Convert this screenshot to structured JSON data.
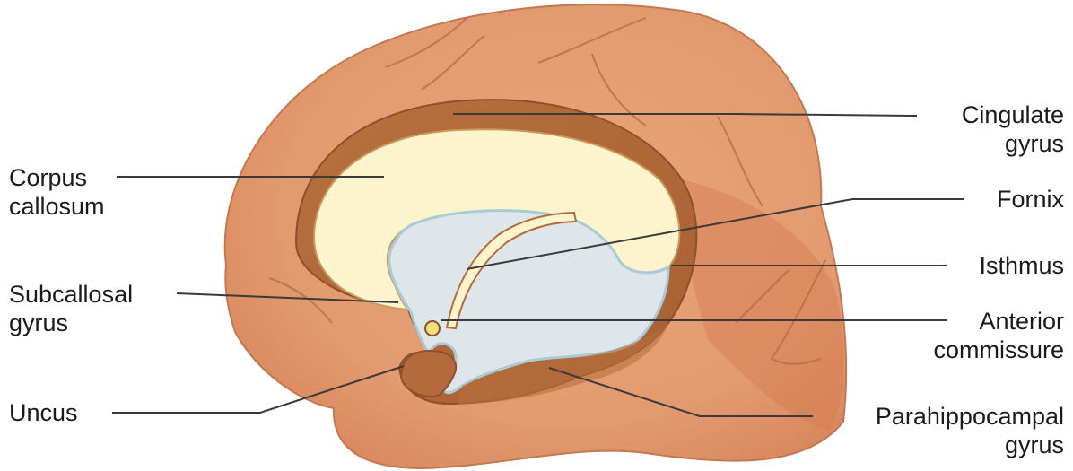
{
  "colors": {
    "cortex": "#e39a6f",
    "cortex_shade": "#d4845a",
    "limbic_band": "#b46a3c",
    "corpus_callosum": "#fdf3cc",
    "ventricle": "#dfe6ea",
    "ventricle_edge": "#a9cbd6",
    "leader_line": "#3a3a3a"
  },
  "labels": {
    "corpus_callosum": [
      "Corpus",
      "callosum"
    ],
    "subcallosal_gyrus": [
      "Subcallosal",
      "gyrus"
    ],
    "uncus": [
      "Uncus"
    ],
    "cingulate_gyrus": [
      "Cingulate",
      "gyrus"
    ],
    "fornix": [
      "Fornix"
    ],
    "isthmus": [
      "Isthmus"
    ],
    "anterior_commissure": [
      "Anterior",
      "commissure"
    ],
    "parahippocampal_gyrus": [
      "Parahippocampal",
      "gyrus"
    ]
  }
}
